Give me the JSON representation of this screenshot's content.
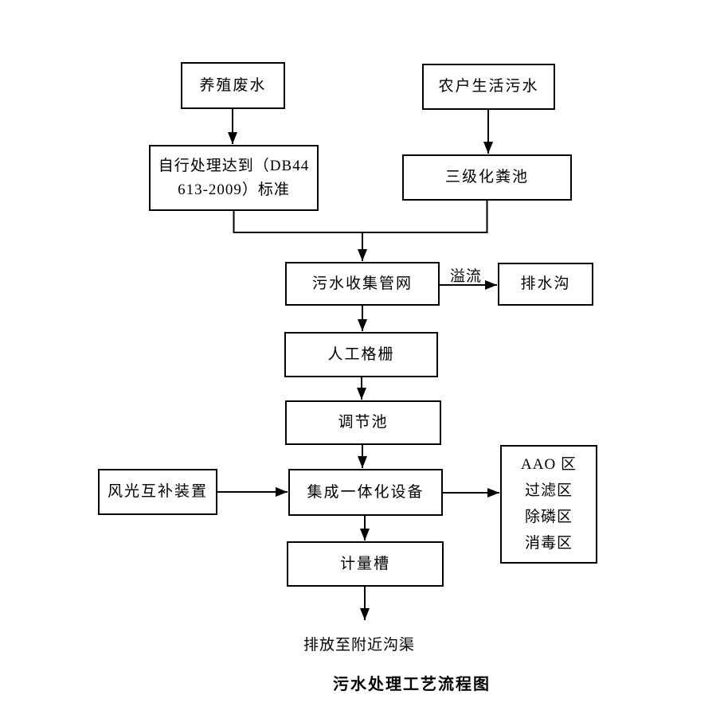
{
  "diagram": {
    "title": "污水处理工艺流程图",
    "colors": {
      "ink": "#000000",
      "background": "#ffffff"
    },
    "nodes": {
      "breeding": "养殖废水",
      "household": "农户生活污水",
      "self_treatment": "自行处理达到（DB44\n613-2009）标准",
      "septic": "三级化粪池",
      "collection": "污水收集管网",
      "drain_ditch": "排水沟",
      "manual_screen": "人工格栅",
      "regulating_tank": "调节池",
      "wind_solar": "风光互补装置",
      "integrated_unit": "集成一体化设备",
      "zones": [
        "AAO 区",
        "过滤区",
        "除磷区",
        "消毒区"
      ],
      "metering_tank": "计量槽"
    },
    "edge_labels": {
      "overflow": "溢流"
    },
    "outlet_label": "排放至附近沟渠"
  }
}
